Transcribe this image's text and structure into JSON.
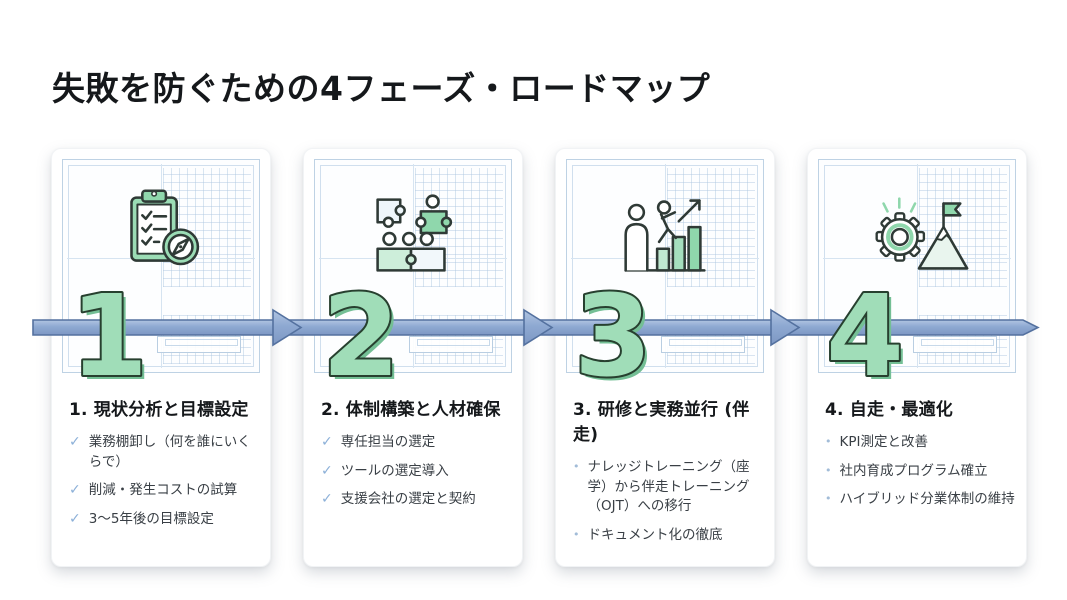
{
  "title": "失敗を防ぐための4フェーズ・ロードマップ",
  "arrow": {
    "direction": "left-to-right",
    "fill_color": "#8ea9d2",
    "stroke_color": "#54719f"
  },
  "accent": {
    "number_fill": "#a0ddb8",
    "number_outline": "#27402f",
    "icon_green": "#8fd7ac",
    "blueprint_line": "#bed2e4",
    "check_blue": "#8cb0d8"
  },
  "phases": [
    {
      "number": "1",
      "icon": "clipboard-checklist-compass-icon",
      "heading": "1. 現状分析と目標設定",
      "bullet_style": "check",
      "bullets": [
        "業務棚卸し（何を誰にいくらで）",
        "削減・発生コストの試算",
        "3〜5年後の目標設定"
      ]
    },
    {
      "number": "2",
      "icon": "team-puzzle-icon",
      "heading": "2. 体制構築と人材確保",
      "bullet_style": "check",
      "bullets": [
        "専任担当の選定",
        "ツールの選定導入",
        "支援会社の選定と契約"
      ]
    },
    {
      "number": "3",
      "icon": "growth-chart-people-icon",
      "heading": "3. 研修と実務並行 (伴走)",
      "bullet_style": "dot",
      "bullets": [
        "ナレッジトレーニング（座学）から伴走トレーニング（OJT）への移行",
        "ドキュメント化の徹底"
      ]
    },
    {
      "number": "4",
      "icon": "gear-mountain-flag-icon",
      "heading": "4. 自走・最適化",
      "bullet_style": "dot",
      "bullets": [
        "KPI測定と改善",
        "社内育成プログラム確立",
        "ハイブリッド分業体制の維持"
      ]
    }
  ]
}
